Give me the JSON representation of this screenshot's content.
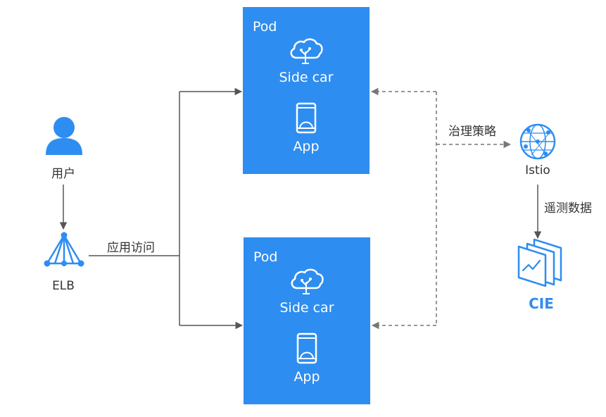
{
  "user": {
    "label": "用户"
  },
  "elb": {
    "label": "ELB"
  },
  "access_edge": {
    "label": "应用访问"
  },
  "pods": [
    {
      "title": "Pod",
      "sidecar_label": "Side car",
      "app_label": "App"
    },
    {
      "title": "Pod",
      "sidecar_label": "Side car",
      "app_label": "App"
    }
  ],
  "policy_edge": {
    "label": "治理策略"
  },
  "istio": {
    "label": "Istio"
  },
  "telemetry_edge": {
    "label": "遥测数据"
  },
  "cie": {
    "label": "CIE"
  },
  "colors": {
    "primary_blue": "#2e8df0",
    "line": "#555555",
    "dashed_line": "#777777",
    "text": "#333333"
  },
  "icons": [
    "user-icon",
    "elb-icon",
    "cloud-sidecar-icon",
    "phone-app-icon",
    "istio-globe-icon",
    "cie-monitor-icon"
  ]
}
